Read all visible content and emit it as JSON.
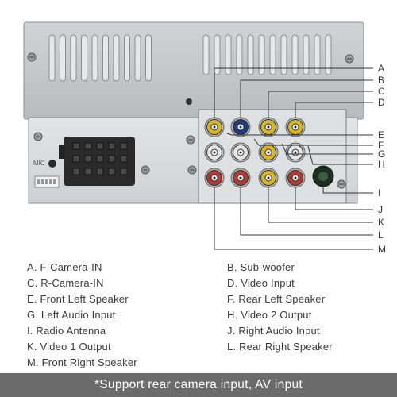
{
  "pin_labels": [
    "A",
    "B",
    "C",
    "D",
    "E",
    "F",
    "G",
    "H",
    "I",
    "J",
    "K",
    "L",
    "M"
  ],
  "legend": [
    {
      "text": "A. F-Camera-IN"
    },
    {
      "text": "B. Sub-woofer"
    },
    {
      "text": "C. R-Camera-IN"
    },
    {
      "text": "D. Video Input"
    },
    {
      "text": "E. Front Left Speaker"
    },
    {
      "text": "F. Rear Left Speaker"
    },
    {
      "text": "G. Left Audio Input"
    },
    {
      "text": "H. Video 2 Output"
    },
    {
      "text": "I.  Radio Antenna"
    },
    {
      "text": "J. Right Audio Input"
    },
    {
      "text": "K. Video 1 Output"
    },
    {
      "text": "L. Rear Right Speaker"
    },
    {
      "text": "M. Front Right Speaker"
    }
  ],
  "footer": {
    "text": "*Support rear camera input, AV input"
  },
  "chassis_label": "MIC",
  "colors": {
    "yellow": "#d8b526",
    "red": "#b23a33",
    "white": "#e6e6e6",
    "blue": "#1f3a86",
    "antenna": "#243d2a",
    "chassis": "#c9cacc",
    "panel": "#dadbdd",
    "footer_bg": "#6b6b6b"
  }
}
